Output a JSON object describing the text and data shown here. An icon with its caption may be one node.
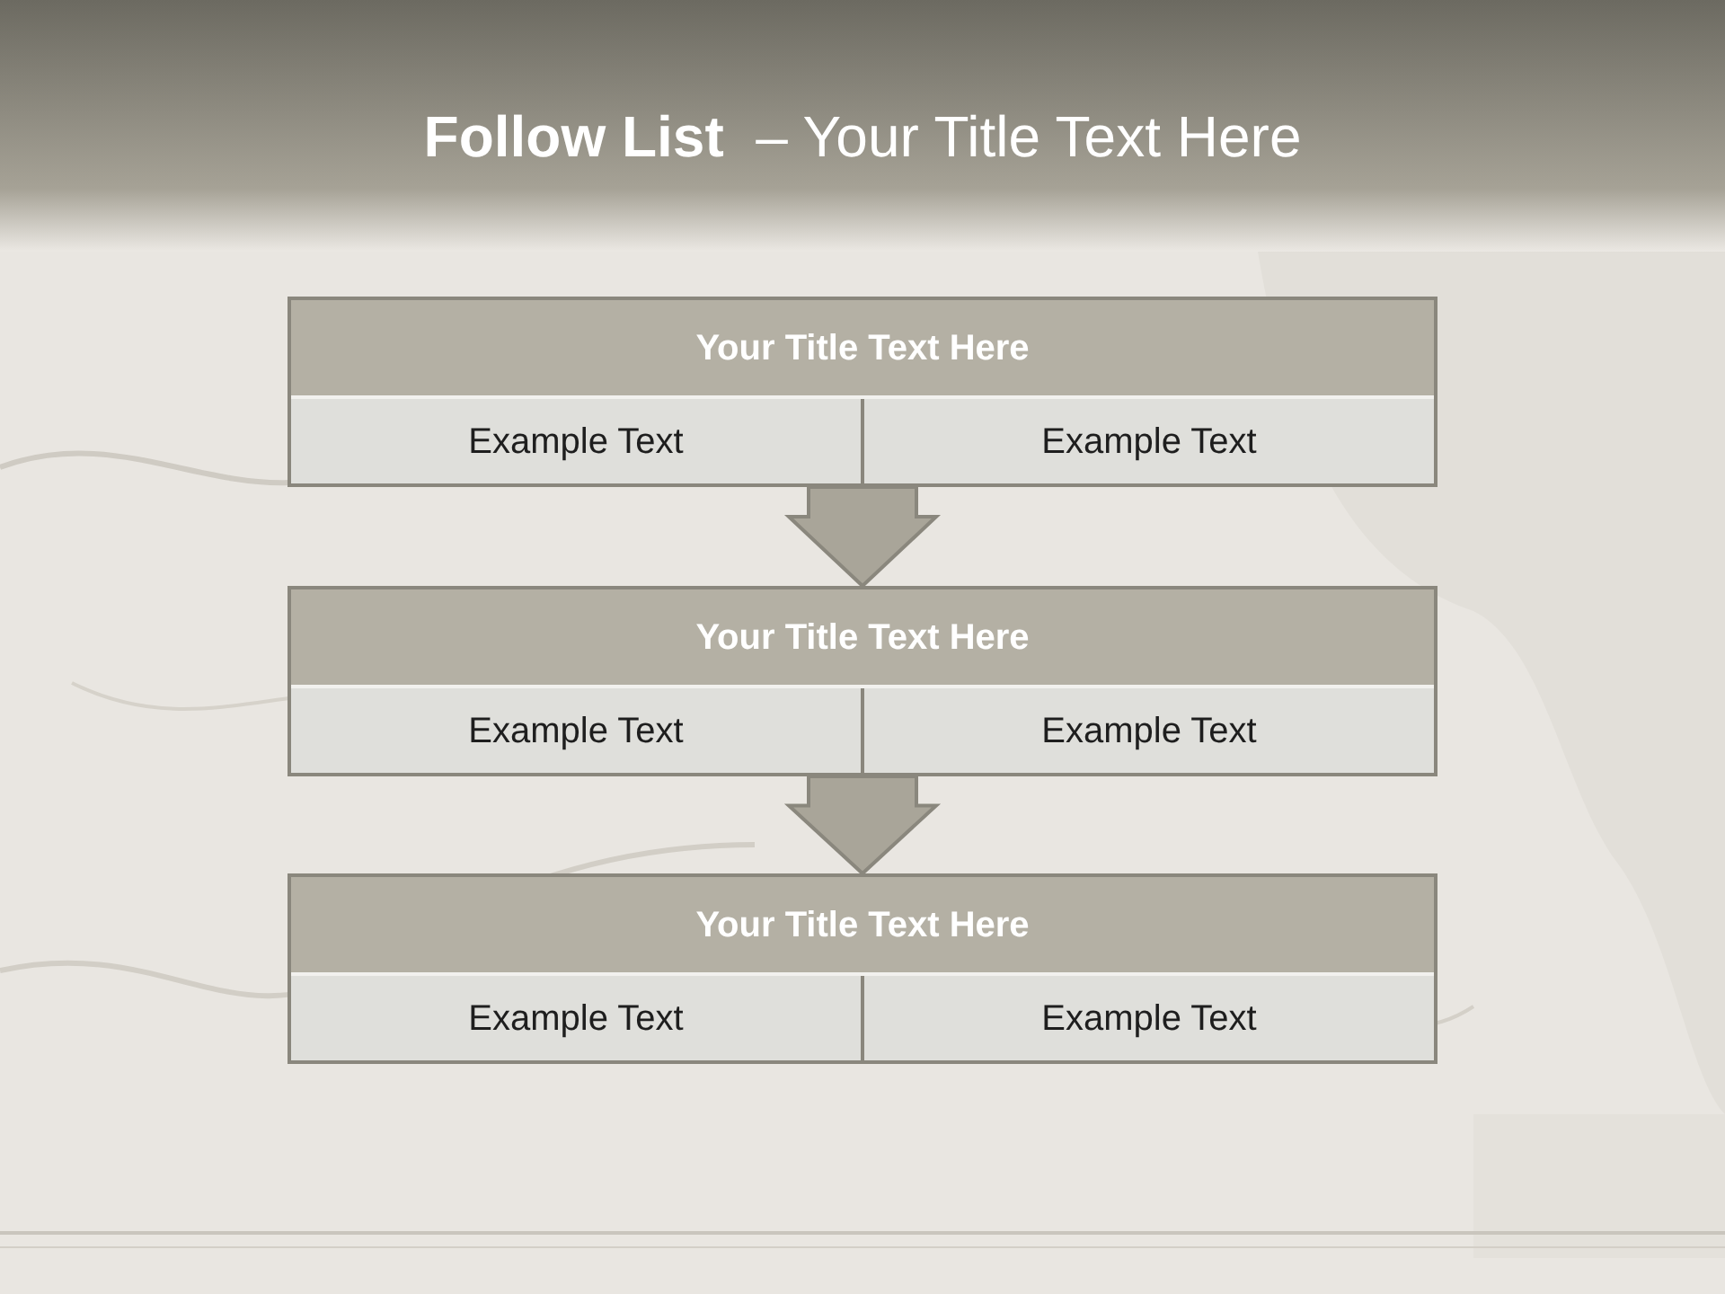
{
  "diagram": {
    "title": "**Follow List**  – Your Title Text Here",
    "nodes": [
      {
        "text": [],
        "shape": "box"
      },
      {
        "text": [
          "Your Title Text Here"
        ],
        "in": 0
      },
      {
        "text": [
          "Example Text"
        ],
        "in": 0
      },
      {
        "text": [
          "Example Text"
        ],
        "in": 0
      },
      {
        "text": [],
        "shape": "box"
      },
      {
        "text": [
          "Your Title Text Here"
        ],
        "in": 4
      },
      {
        "text": [
          "Example Text"
        ],
        "in": 4
      },
      {
        "text": [
          "Example Text"
        ],
        "in": 4
      },
      {
        "text": [],
        "shape": "box"
      },
      {
        "text": [
          "Your Title Text Here"
        ],
        "in": 8
      },
      {
        "text": [
          "Example Text"
        ],
        "in": 8
      },
      {
        "text": [
          "Example Text"
        ],
        "in": 8
      }
    ],
    "edges": [
      {
        "from": 0,
        "to": 4,
        "arrow": "to",
        "style": "thick"
      },
      {
        "from": 4,
        "to": 8,
        "arrow": "to",
        "style": "thick"
      }
    ]
  }
}
